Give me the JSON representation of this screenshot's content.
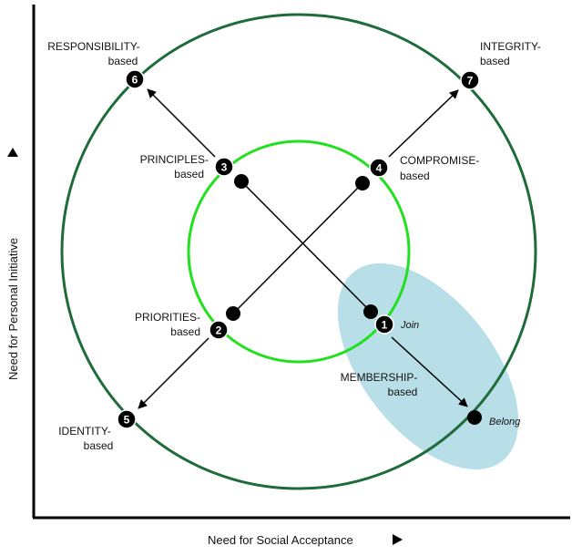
{
  "axes": {
    "x_label": "Need for Social Acceptance",
    "y_label": "Need for Personal Initiative"
  },
  "nodes": {
    "n1": {
      "num": "1",
      "line1": "MEMBERSHIP-",
      "line2": "based"
    },
    "n2": {
      "num": "2",
      "line1": "PRIORITIES-",
      "line2": "based"
    },
    "n3": {
      "num": "3",
      "line1": "PRINCIPLES-",
      "line2": "based"
    },
    "n4": {
      "num": "4",
      "line1": "COMPROMISE-",
      "line2": "based"
    },
    "n5": {
      "num": "5",
      "line1": "IDENTITY-",
      "line2": "based"
    },
    "n6": {
      "num": "6",
      "line1": "RESPONSIBILITY-",
      "line2": "based"
    },
    "n7": {
      "num": "7",
      "line1": "INTEGRITY-",
      "line2": "based"
    }
  },
  "annotations": {
    "join": "Join",
    "belong": "Belong"
  },
  "colors": {
    "outer_circle": "#1f6b3a",
    "inner_circle": "#22e01e",
    "ellipse": "#b8dfe8",
    "node": "#000000",
    "axis": "#000000"
  }
}
